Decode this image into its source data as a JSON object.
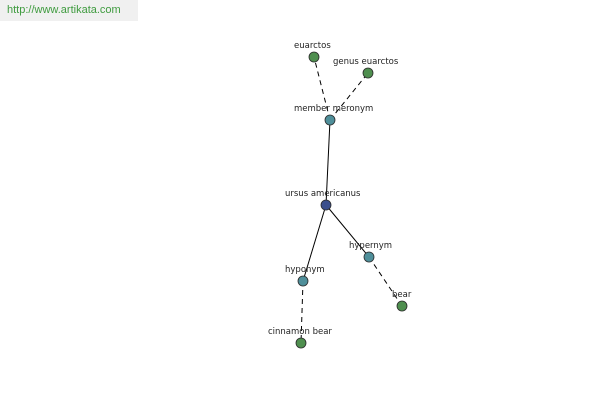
{
  "watermark": {
    "text": "http://www.artikata.com"
  },
  "colors": {
    "center": "#3b4f8c",
    "relation": "#4f8f9a",
    "term": "#4f8f4f",
    "node_stroke": "#2a2a2a",
    "edge": "#000000"
  },
  "graph": {
    "nodes": [
      {
        "id": "ursus-americanus",
        "label": "ursus americanus",
        "kind": "center"
      },
      {
        "id": "member-meronym",
        "label": "member meronym",
        "kind": "relation"
      },
      {
        "id": "hyponym",
        "label": "hyponym",
        "kind": "relation"
      },
      {
        "id": "hypernym",
        "label": "hypernym",
        "kind": "relation"
      },
      {
        "id": "euarctos",
        "label": "euarctos",
        "kind": "term"
      },
      {
        "id": "genus-euarctos",
        "label": "genus euarctos",
        "kind": "term"
      },
      {
        "id": "cinnamon-bear",
        "label": "cinnamon bear",
        "kind": "term"
      },
      {
        "id": "bear",
        "label": "bear",
        "kind": "term"
      }
    ],
    "edges": [
      {
        "from": "ursus-americanus",
        "to": "member-meronym",
        "style": "solid"
      },
      {
        "from": "ursus-americanus",
        "to": "hyponym",
        "style": "solid"
      },
      {
        "from": "ursus-americanus",
        "to": "hypernym",
        "style": "solid"
      },
      {
        "from": "member-meronym",
        "to": "euarctos",
        "style": "dashed"
      },
      {
        "from": "member-meronym",
        "to": "genus-euarctos",
        "style": "dashed"
      },
      {
        "from": "hyponym",
        "to": "cinnamon-bear",
        "style": "dashed"
      },
      {
        "from": "hypernym",
        "to": "bear",
        "style": "dashed"
      }
    ]
  }
}
